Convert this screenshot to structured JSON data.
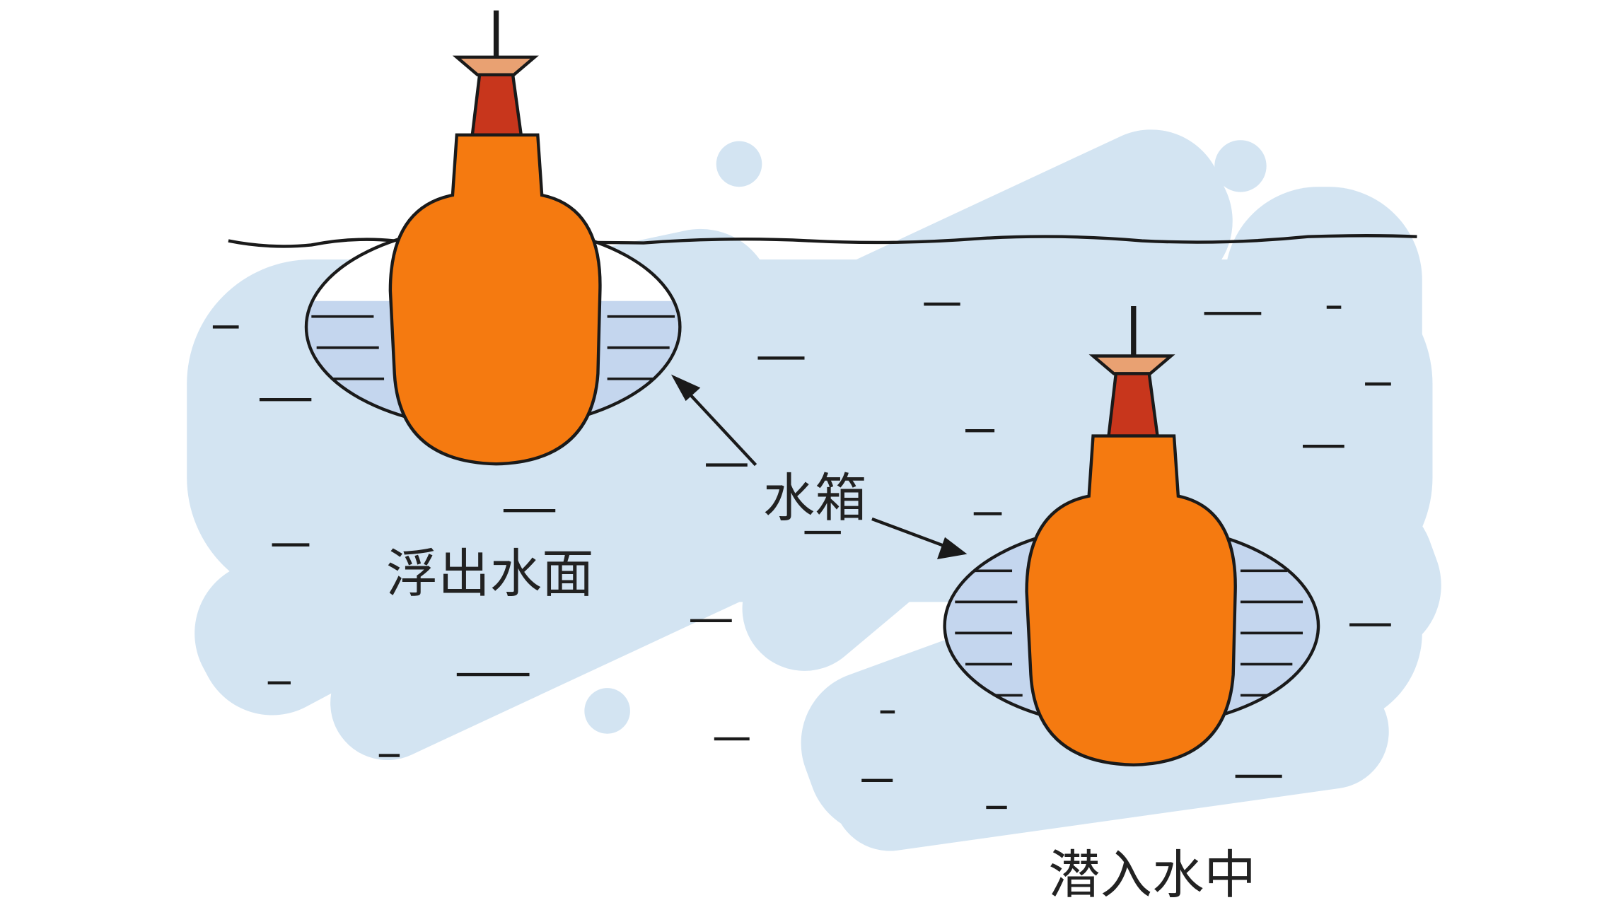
{
  "labels": {
    "surfaced": "浮出水面",
    "water_tank": "水箱",
    "submerged": "潜入水中"
  },
  "colors": {
    "hull": "#f57a10",
    "tower": "#c8361c",
    "cap": "#e9a172",
    "water": "#d3e4f2",
    "tank_water": "#c4d6ee",
    "outline": "#1a1a1a"
  }
}
